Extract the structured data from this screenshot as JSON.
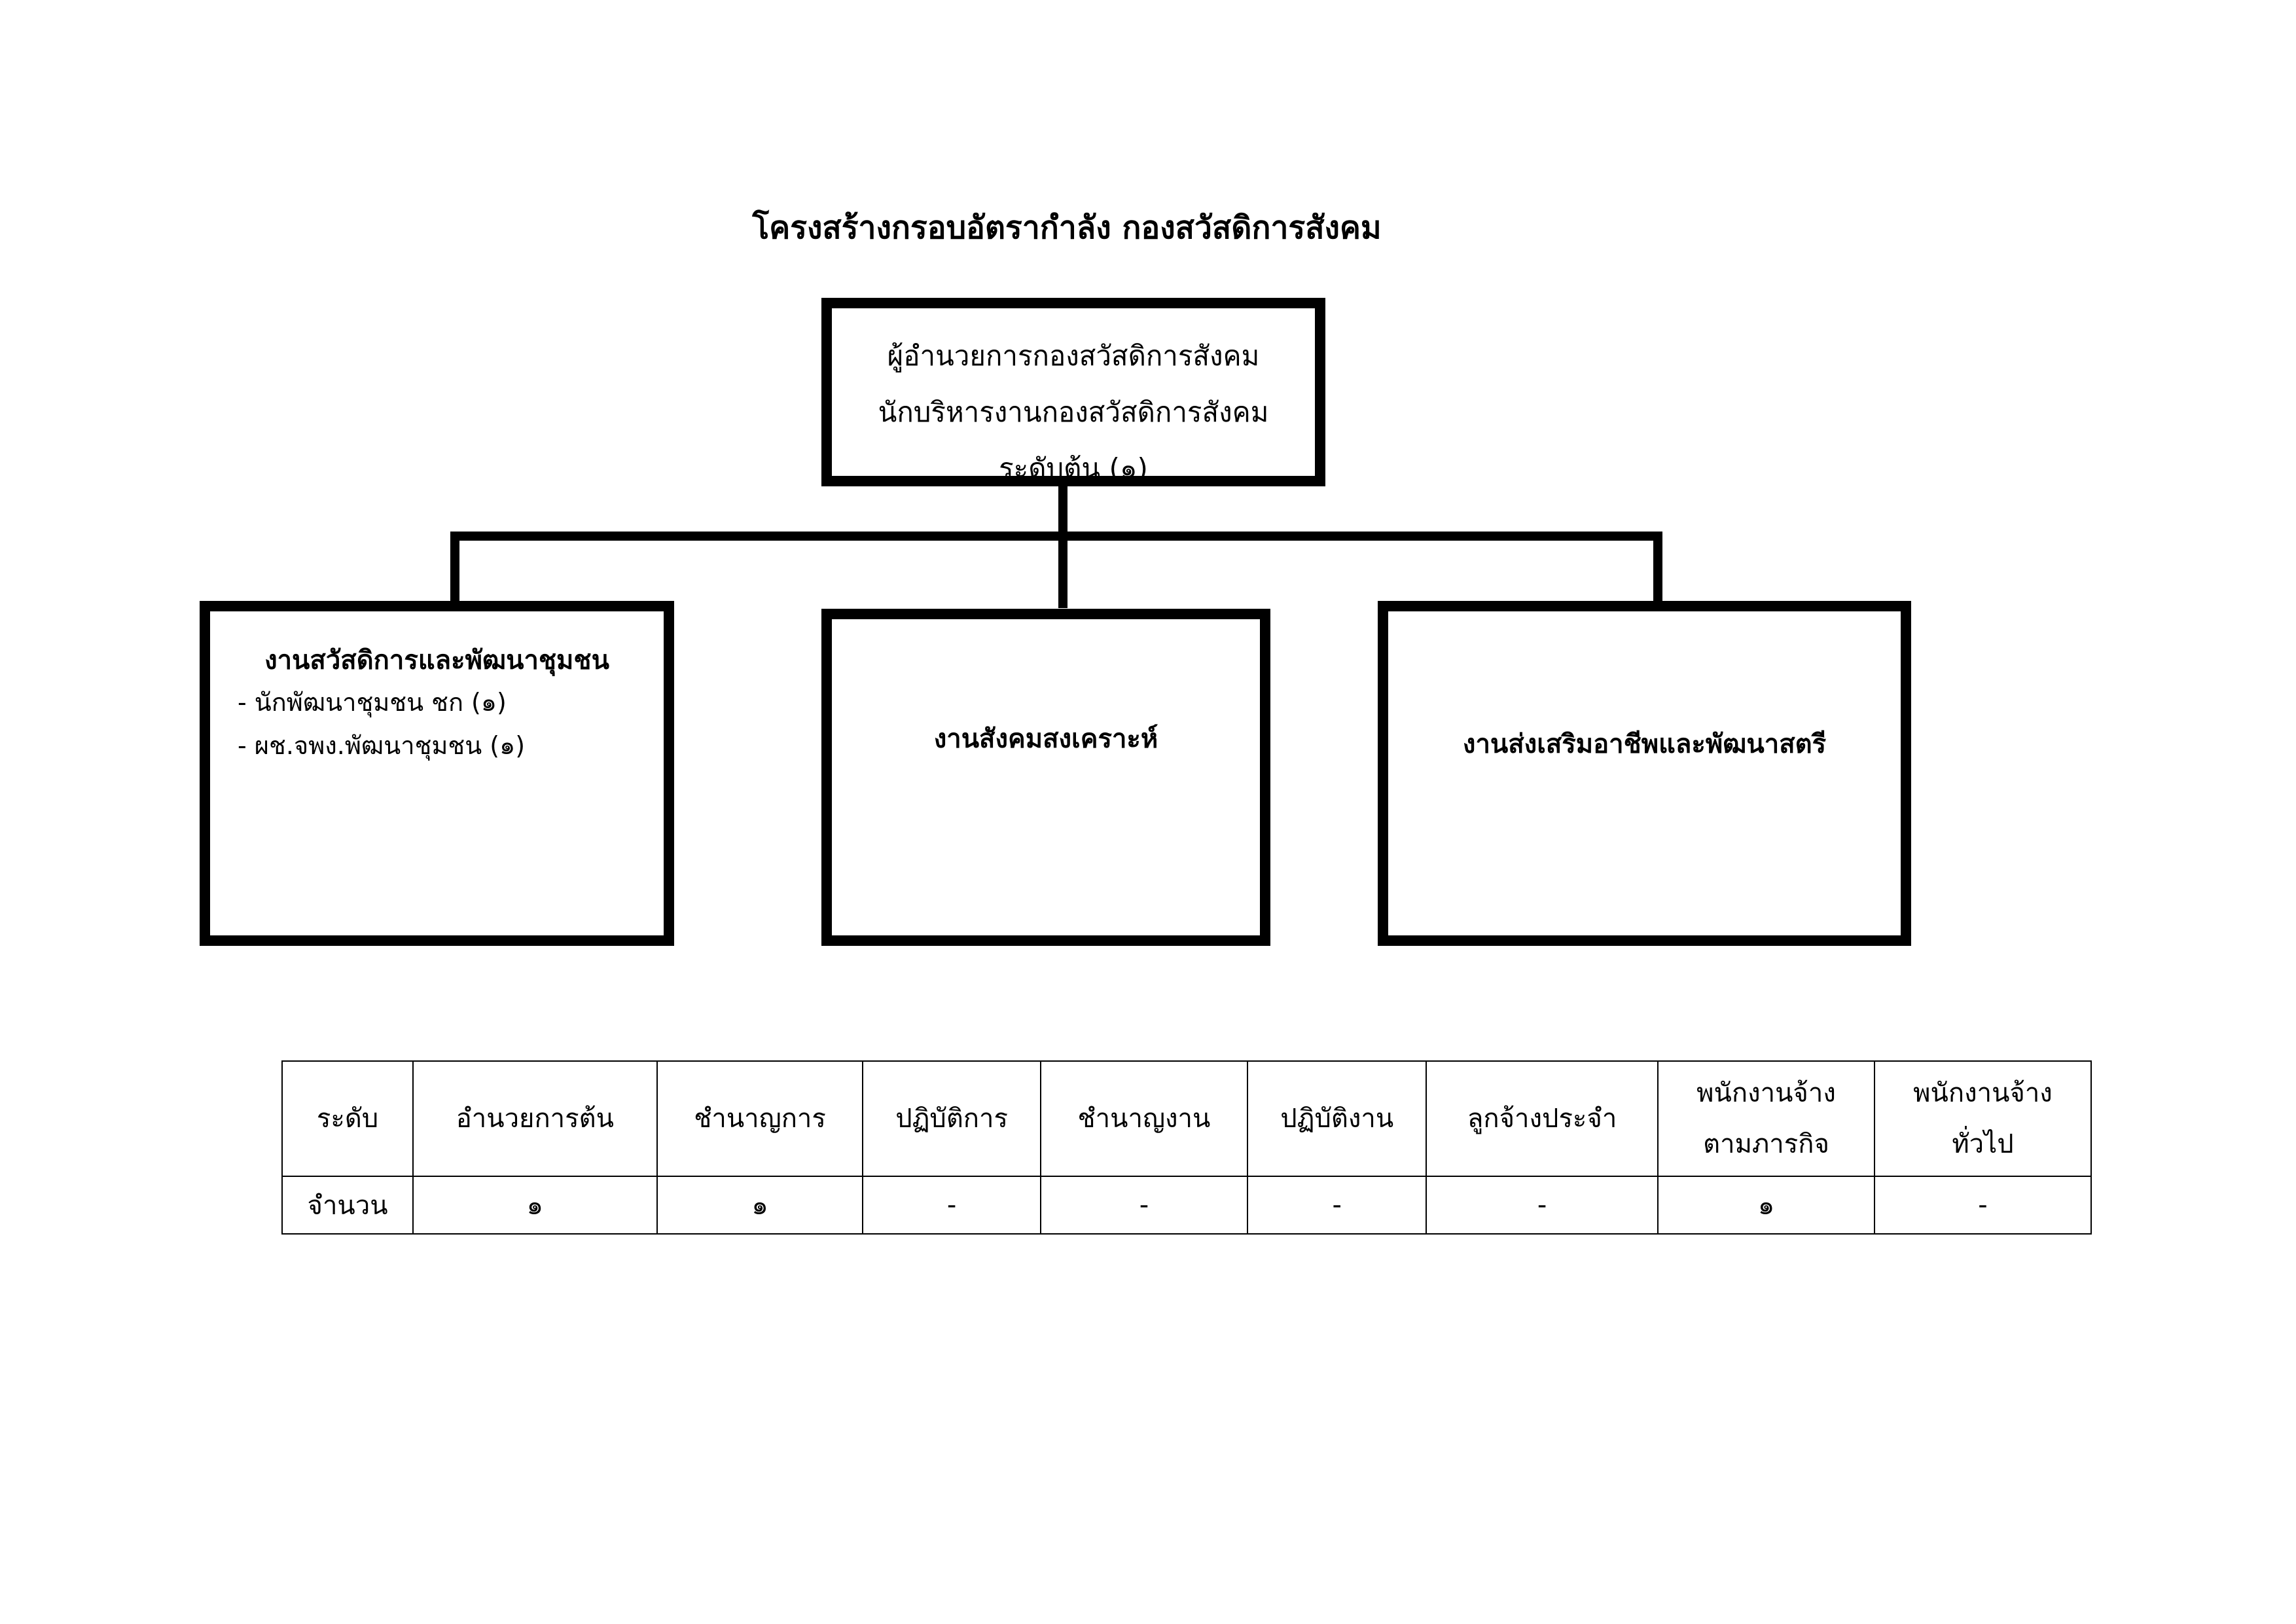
{
  "title": "โครงสร้างกรอบอัตรากำลัง กองสวัสดิการสังคม",
  "top_box": {
    "lines": [
      "ผู้อำนวยการกองสวัสดิการสังคม",
      "นักบริหารงานกองสวัสดิการสังคม",
      "ระดับต้น (๑)"
    ]
  },
  "units": [
    {
      "title": "งานสวัสดิการและพัฒนาชุมชน",
      "items": [
        "- นักพัฒนาชุมชน ชก (๑)",
        "- ผช.จพง.พัฒนาชุมชน (๑)"
      ]
    },
    {
      "title": "งานสังคมสงเคราะห์",
      "items": []
    },
    {
      "title": "งานส่งเสริมอาชีพและพัฒนาสตรี",
      "items": []
    }
  ],
  "table": {
    "row_label_level": "ระดับ",
    "row_label_count": "จำนวน",
    "columns": [
      {
        "header": [
          "อำนวยการต้น"
        ],
        "count": "๑"
      },
      {
        "header": [
          "ชำนาญการ"
        ],
        "count": "๑"
      },
      {
        "header": [
          "ปฏิบัติการ"
        ],
        "count": "-"
      },
      {
        "header": [
          "ชำนาญงาน"
        ],
        "count": "-"
      },
      {
        "header": [
          "ปฏิบัติงาน"
        ],
        "count": "-"
      },
      {
        "header": [
          "ลูกจ้างประจำ"
        ],
        "count": "-"
      },
      {
        "header": [
          "พนักงานจ้าง",
          "ตามภารกิจ"
        ],
        "count": "๑"
      },
      {
        "header": [
          "พนักงานจ้าง",
          "ทั่วไป"
        ],
        "count": "-"
      }
    ]
  }
}
